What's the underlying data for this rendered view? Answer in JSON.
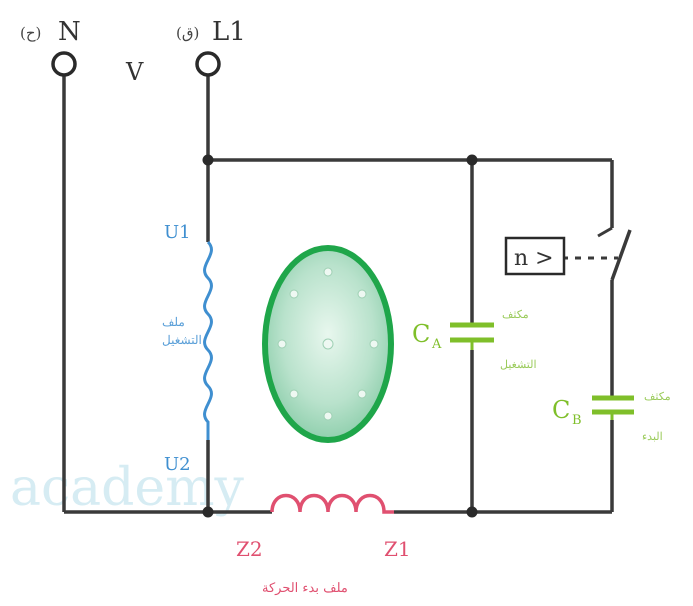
{
  "terminals": {
    "n_label": "N",
    "n_prefix": "(ح)",
    "l1_label": "L1",
    "l1_prefix": "(ق)",
    "voltage_label": "V"
  },
  "main_winding": {
    "top_label": "U1",
    "bottom_label": "U2",
    "name_line1": "ملف",
    "name_line2": "التشغيل"
  },
  "aux_winding": {
    "left_label": "Z2",
    "right_label": "Z1",
    "name": "ملف بدء الحركة"
  },
  "capacitor_a": {
    "label": "C",
    "sub": "A",
    "note_line1": "مكثف",
    "note_line2": "التشغيل"
  },
  "capacitor_b": {
    "label": "C",
    "sub": "B",
    "note_line1": "مكثف",
    "note_line2": "البدء"
  },
  "centrifugal_switch": {
    "label": "n >"
  },
  "watermark": "academy",
  "colors": {
    "wire": "#3a3a3a",
    "winding_blue": "#3f8fd0",
    "aux_coil": "#e05070",
    "capacitor": "#7fbf2a",
    "rotor_outline": "#1fa64a",
    "rotor_fill": "#a8d8c0",
    "watermark": "#d6ecf3"
  }
}
